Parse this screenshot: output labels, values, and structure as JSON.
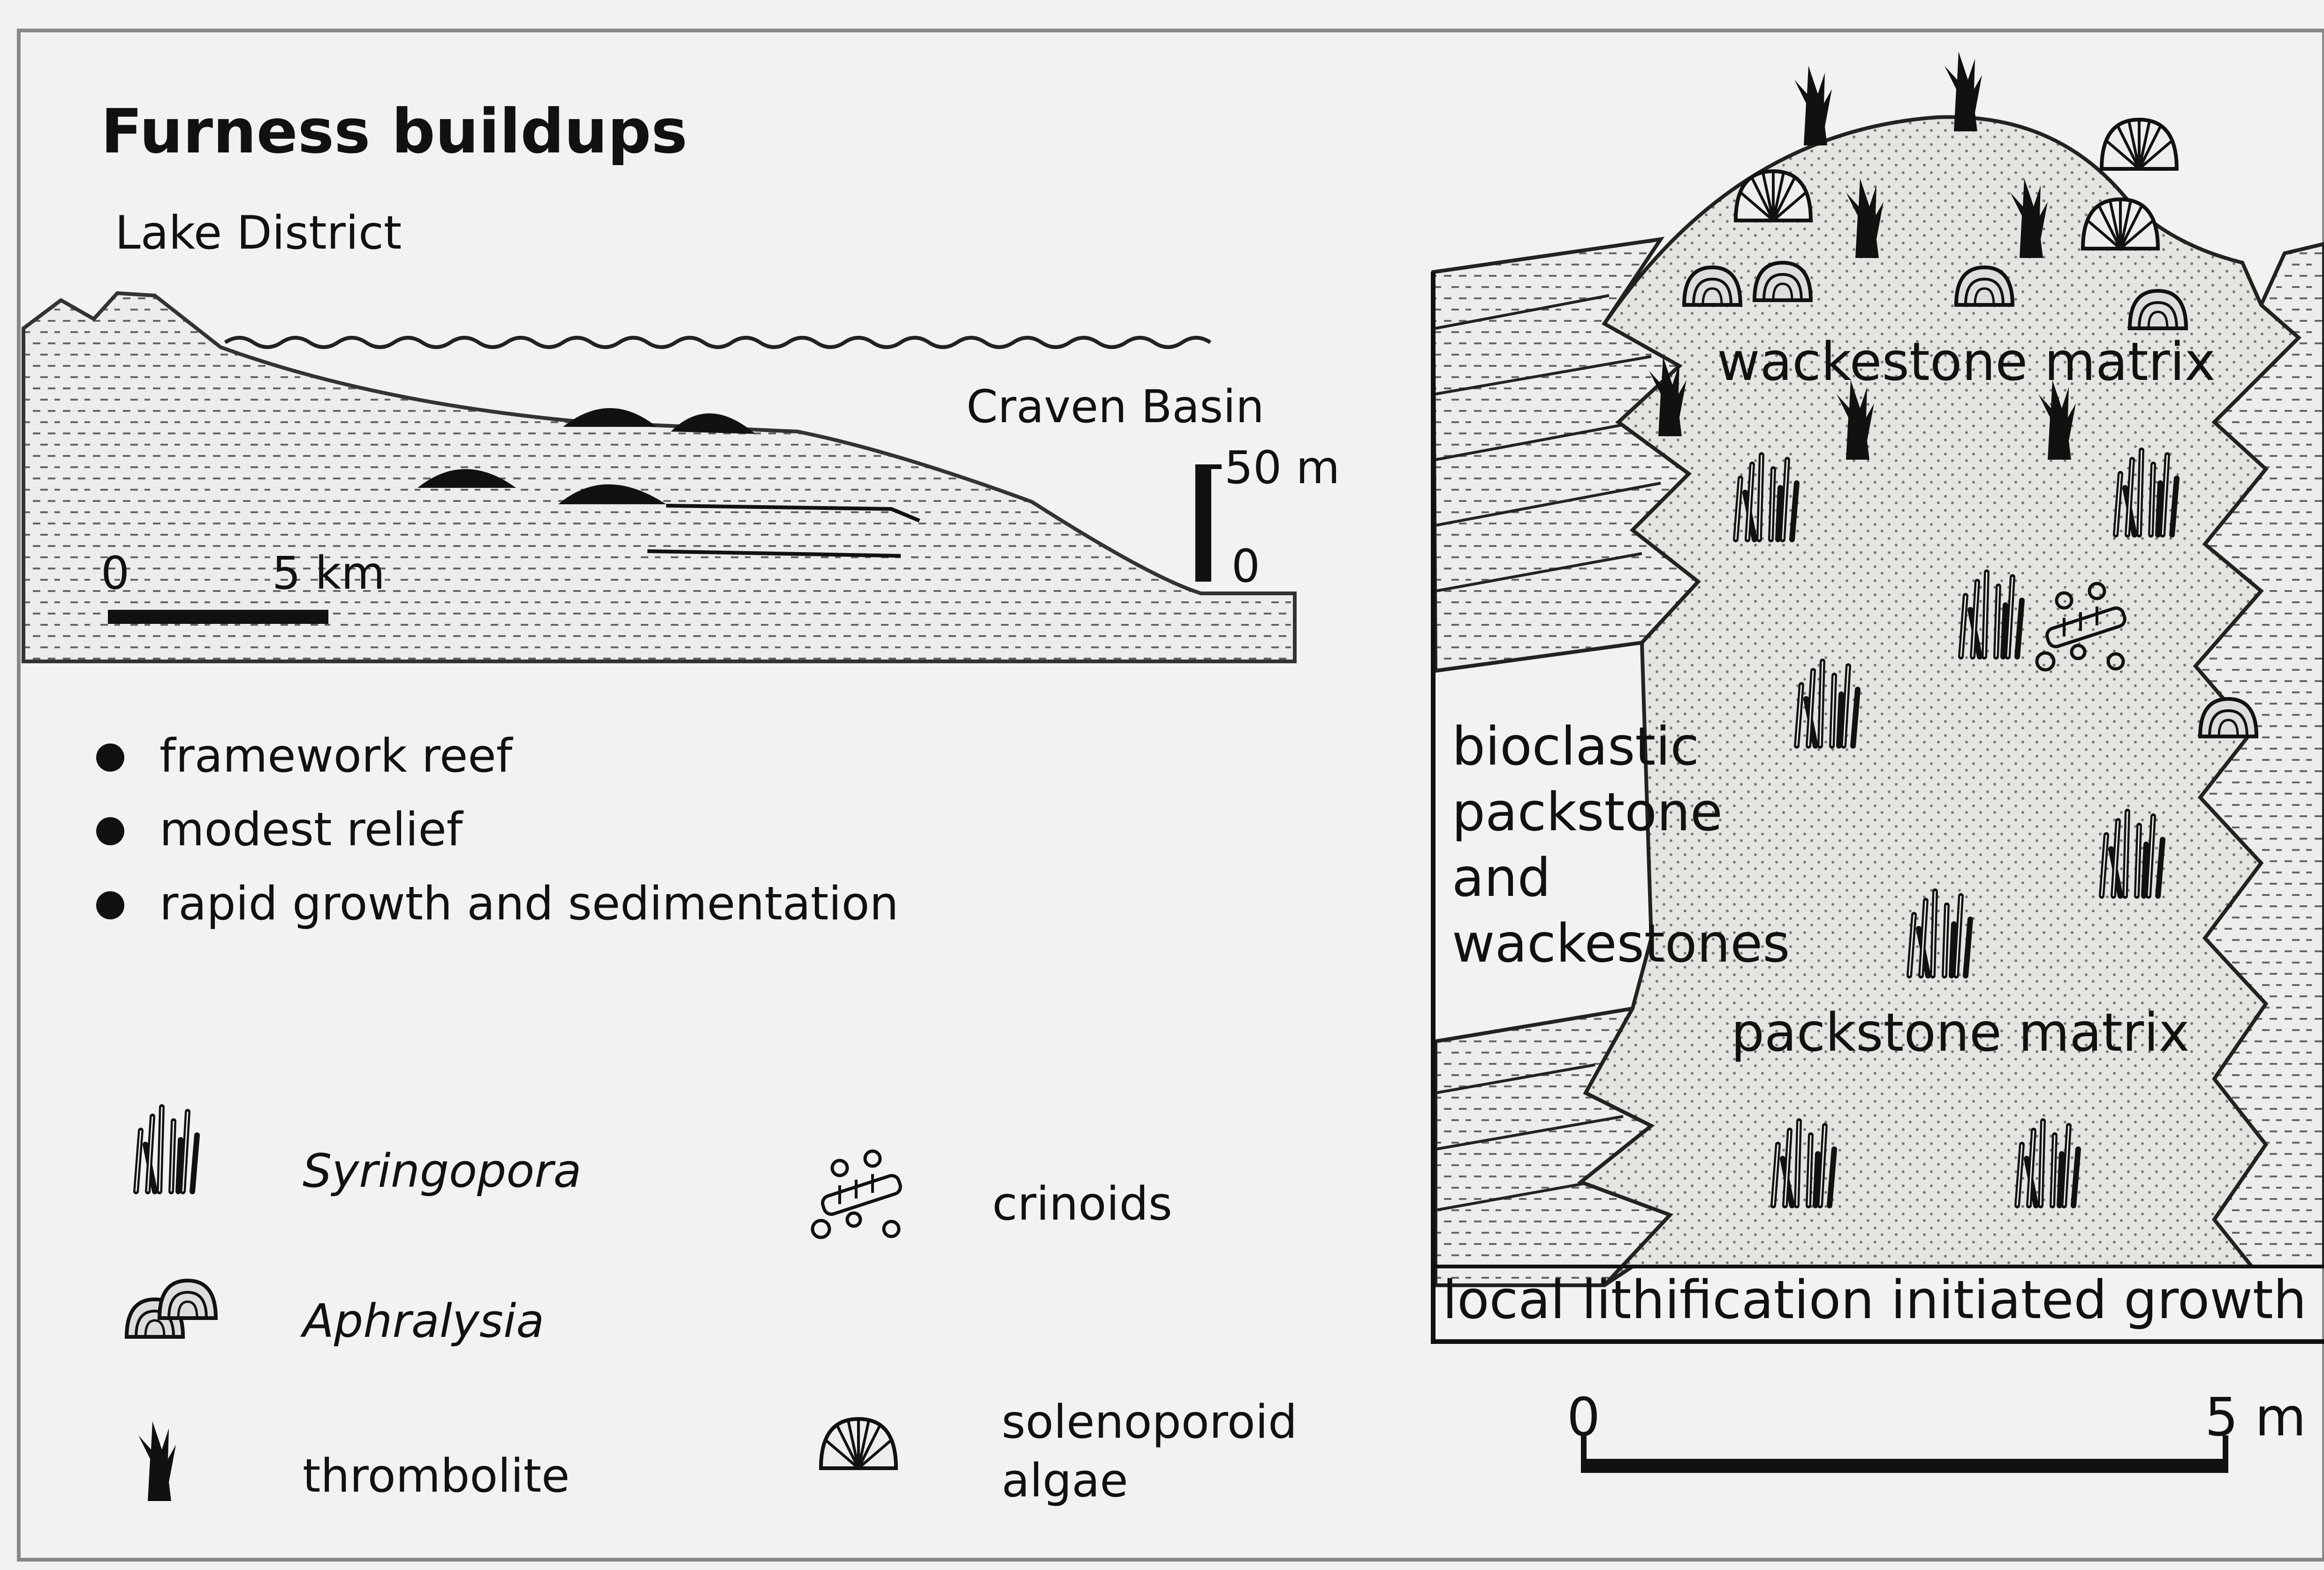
{
  "title": "Furness buildups",
  "left_section": {
    "region_label": "Lake District",
    "basin_label": "Craven Basin",
    "vertical_scale": {
      "top": "50 m",
      "bottom": "0"
    },
    "horizontal_scale": {
      "start": "0",
      "end": "5 km"
    }
  },
  "bullets": [
    "framework reef",
    "modest relief",
    "rapid growth and sedimentation"
  ],
  "key": {
    "syringopora": "Syringopora",
    "aphralysia": "Aphralysia",
    "thrombolite": "thrombolite",
    "crinoids": "crinoids",
    "solenoporoid_line1": "solenoporoid",
    "solenoporoid_line2": "algae"
  },
  "reef_section": {
    "wackestone_matrix": "wackestone matrix",
    "flank_line1": "bioclastic",
    "flank_line2": "packstone",
    "flank_line3": "and",
    "flank_line4": "wackestones",
    "packstone_matrix": "packstone matrix",
    "base_caption": "local lithification initiated growth",
    "scale_start": "0",
    "scale_end": "5 m"
  },
  "colors": {
    "ink": "#111111",
    "background": "#f2f2f0",
    "sediment": "#d9d9d4"
  }
}
